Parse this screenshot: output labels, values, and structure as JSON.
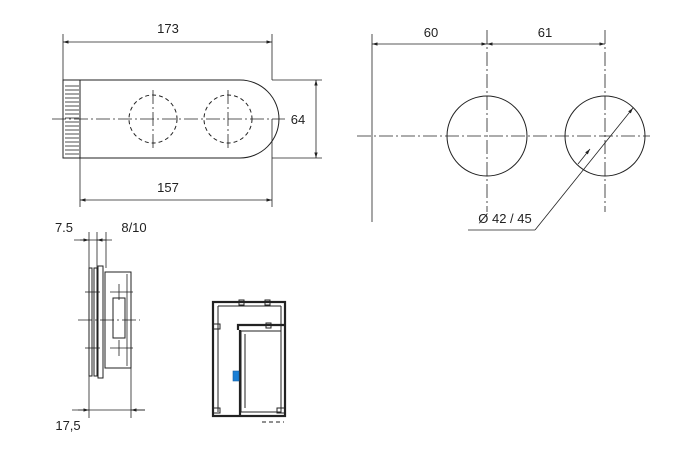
{
  "dimensions": {
    "top_width": "173",
    "height": "64",
    "bottom_width": "157",
    "spacing_left": "60",
    "spacing_right": "61",
    "diameter": "Ø 42 / 45",
    "side_top_a": "7.5",
    "side_top_b": "8/10",
    "side_bottom": "17,5"
  },
  "colors": {
    "line": "#222222",
    "accent": "#1a7fd6"
  }
}
